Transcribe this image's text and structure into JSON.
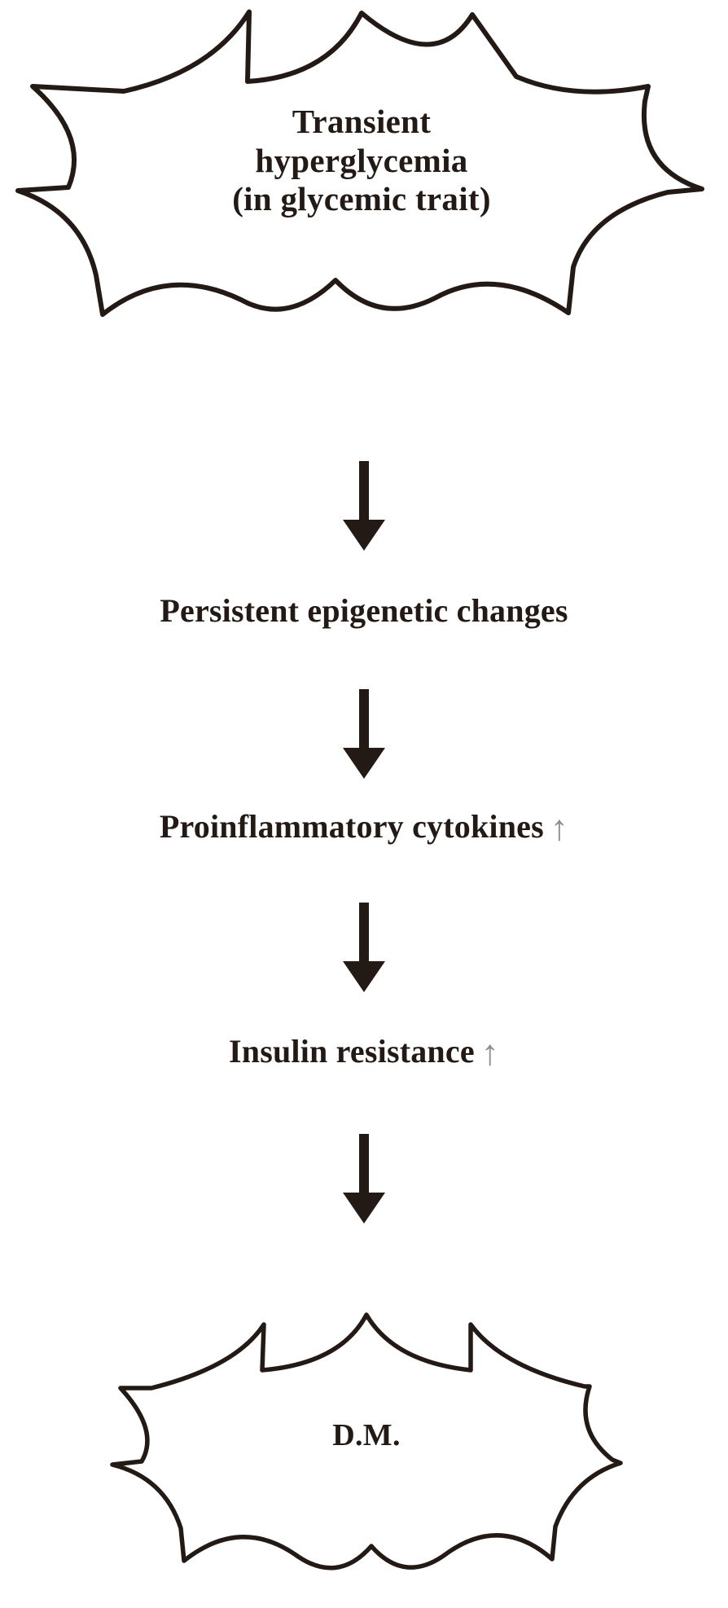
{
  "diagram": {
    "title": "Transient hyperglycemia to diabetes mellitus pathway",
    "ink_color": "#231a16",
    "accent_color": "#8d8d8d",
    "background_color": "#ffffff",
    "nodes": [
      {
        "id": "transient-hyperglycemia",
        "shape": "starburst",
        "text": "Transient\nhyperglycemia\n(in glycemic trait)"
      },
      {
        "id": "persistent-epigenetic-changes",
        "shape": "plain-text",
        "text": "Persistent epigenetic changes"
      },
      {
        "id": "proinflammatory-cytokines",
        "shape": "plain-text",
        "text": "Proinflammatory cytokines",
        "trend": "↑",
        "trend_meaning": "increase"
      },
      {
        "id": "insulin-resistance",
        "shape": "plain-text",
        "text": "Insulin resistance",
        "trend": "↑",
        "trend_meaning": "increase"
      },
      {
        "id": "diabetes-mellitus",
        "shape": "starburst",
        "text": "D.M."
      }
    ],
    "connectors": [
      {
        "id": "arrow-1",
        "from": "transient-hyperglycemia",
        "to": "persistent-epigenetic-changes",
        "glyph": "down-arrow"
      },
      {
        "id": "arrow-2",
        "from": "persistent-epigenetic-changes",
        "to": "proinflammatory-cytokines",
        "glyph": "down-arrow"
      },
      {
        "id": "arrow-3",
        "from": "proinflammatory-cytokines",
        "to": "insulin-resistance",
        "glyph": "down-arrow"
      },
      {
        "id": "arrow-4",
        "from": "insulin-resistance",
        "to": "diabetes-mellitus",
        "glyph": "down-arrow"
      }
    ]
  }
}
